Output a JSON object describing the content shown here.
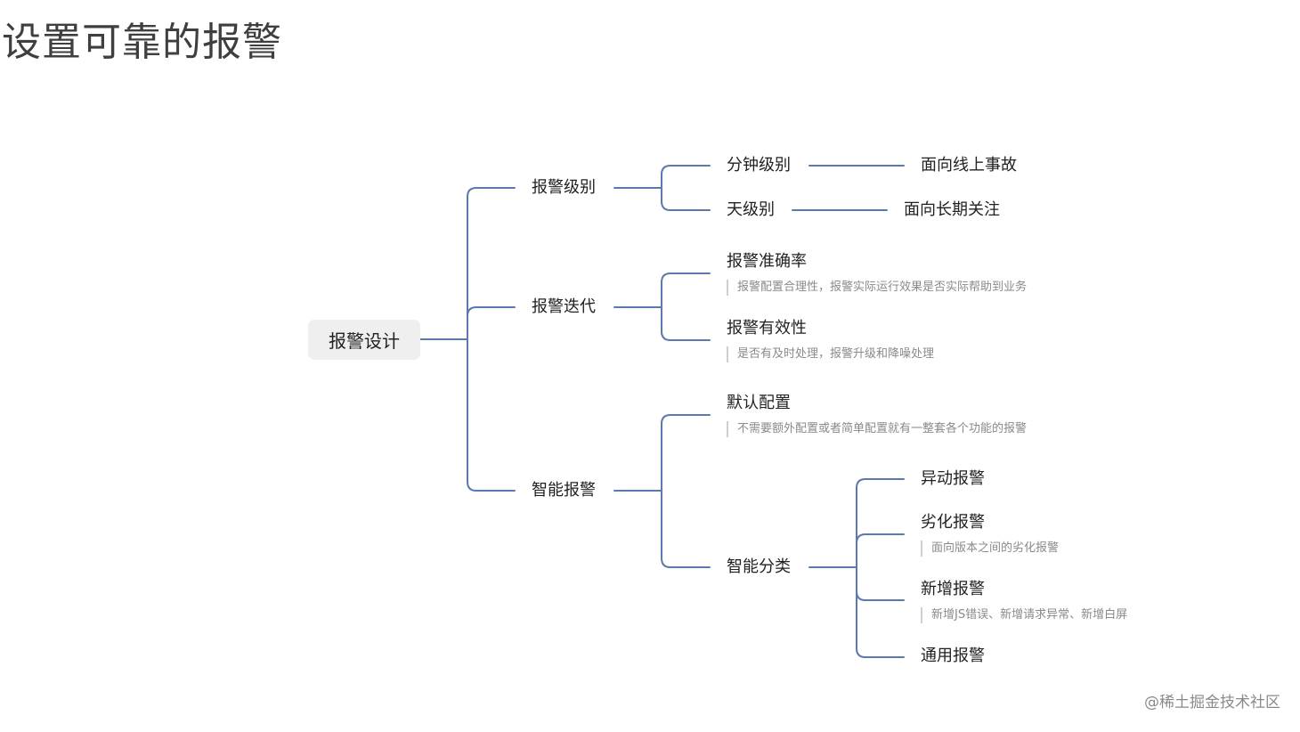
{
  "title": "设置可靠的报警",
  "watermark": "@稀土掘金技术社区",
  "line_color": "#5b79ad",
  "root": {
    "label": "报警设计"
  },
  "branches": [
    {
      "label": "报警级别",
      "children": [
        {
          "label": "分钟级别",
          "leaf": "面向线上事故"
        },
        {
          "label": "天级别",
          "leaf": "面向长期关注"
        }
      ]
    },
    {
      "label": "报警迭代",
      "children": [
        {
          "label": "报警准确率",
          "note": "报警配置合理性，报警实际运行效果是否实际帮助到业务"
        },
        {
          "label": "报警有效性",
          "note": "是否有及时处理，报警升级和降噪处理"
        }
      ]
    },
    {
      "label": "智能报警",
      "children": [
        {
          "label": "默认配置",
          "note": "不需要额外配置或者简单配置就有一整套各个功能的报警"
        },
        {
          "label": "智能分类",
          "children": [
            {
              "label": "异动报警"
            },
            {
              "label": "劣化报警",
              "note": "面向版本之间的劣化报警"
            },
            {
              "label": "新增报警",
              "note": "新增JS错误、新增请求异常、新增白屏"
            },
            {
              "label": "通用报警"
            }
          ]
        }
      ]
    }
  ]
}
